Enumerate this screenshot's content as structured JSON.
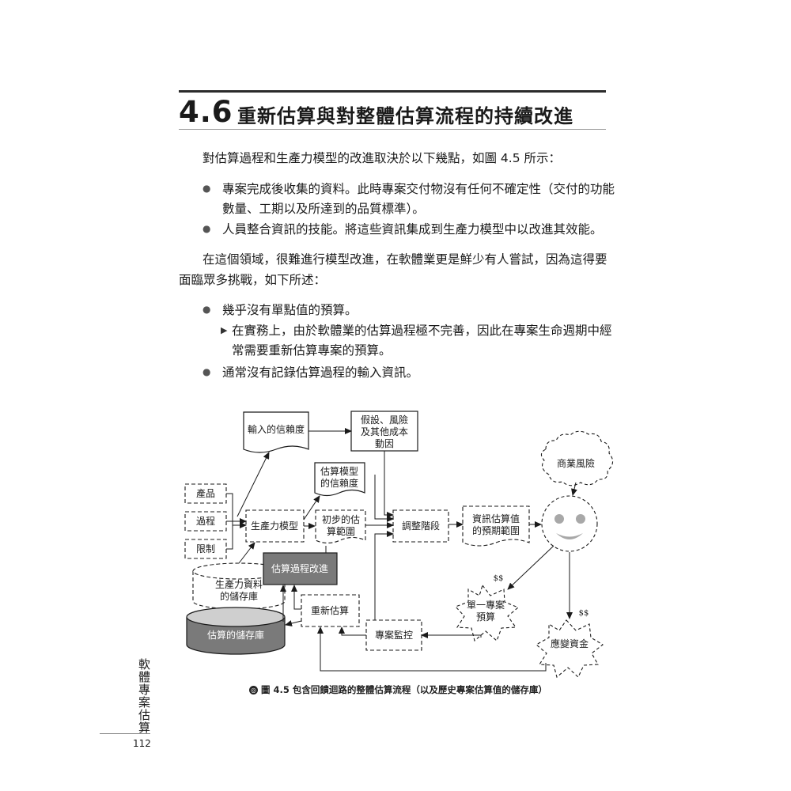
{
  "section": {
    "number": "4.6",
    "title": "重新估算與對整體估算流程的持續改進"
  },
  "body": {
    "intro": "對估算過程和生產力模型的改進取決於以下幾點，如圖 4.5 所示：",
    "bullets_1": [
      [
        "專案完成後收集的資料。此時專案交付物沒有任何不確定性（交付的功能",
        "數量、工期以及所達到的品質標準）。"
      ],
      [
        "人員整合資訊的技能。將這些資訊集成到生產力模型中以改進其效能。"
      ]
    ],
    "para2": [
      "在這個領域，很難進行模型改進，在軟體業更是鮮少有人嘗試，因為這得要",
      "面臨眾多挑戰，如下所述："
    ],
    "bullets_2": {
      "b1": "幾乎沒有單點值的預算。",
      "sub": [
        "在實務上，由於軟體業的估算過程極不完善，因此在專案生命週期中經",
        "常需要重新估算專案的預算。"
      ],
      "b2": "通常沒有記錄估算過程的輸入資訊。"
    }
  },
  "diagram": {
    "input_confidence": "輸入的信賴度",
    "assumptions": [
      "假設、風險",
      "及其他成本",
      "動因"
    ],
    "model_confidence": [
      "估算模型",
      "的信賴度"
    ],
    "business_risk": "商業風險",
    "product": "產品",
    "process": "過程",
    "constraints": "限制",
    "productivity_model": "生產力模型",
    "initial_range": [
      "初步的估",
      "算範圍"
    ],
    "adjustment_phase": "調整階段",
    "expected_range": [
      "資訊估算值",
      "的預期範圍"
    ],
    "productivity_repo": [
      "生產力資料",
      "的儲存庫"
    ],
    "process_improvement": "估算過程改進",
    "re_estimation": "重新估算",
    "estimates_repo": "估算的儲存庫",
    "project_monitoring": "專案監控",
    "single_budget": [
      "單一專案",
      "預算"
    ],
    "contingency": "應變資金",
    "dollar_1": "$$",
    "dollar_2": "$$"
  },
  "figure": {
    "icon": "◎",
    "label": "圖 4.5",
    "caption": "包含回饋迴路的整體估算流程（以及歷史專案估算值的儲存庫）"
  },
  "sidebar": {
    "book_title": "軟體專案估算",
    "page_number": "112"
  }
}
